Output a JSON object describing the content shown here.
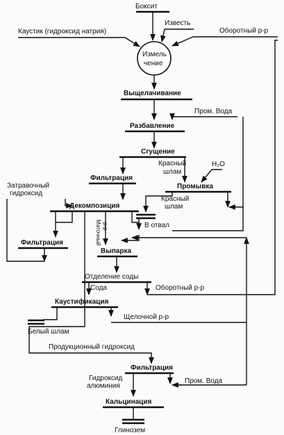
{
  "labels": {
    "bauxite": "Боксит",
    "caustic": "Каустик (гидроксид натрия)",
    "lime": "Известь",
    "recycle_top": "Оборотный р-р",
    "grinding_1": "Измель",
    "grinding_2": "чение",
    "leaching": "Выщелачивание",
    "process_water_1": "Пром. Вода",
    "dilution": "Разбавление",
    "thickening": "Сгущение",
    "red_mud_1a": "Красный",
    "red_mud_1b": "шлам",
    "water": "H₂O",
    "filtration_1": "Фильтрация",
    "washing": "Промывка",
    "seed_1": "Затравочный",
    "seed_2": "гидроксид",
    "decomposition": "Декомпозиция",
    "red_mud_2a": "Красный",
    "red_mud_2b": "шлам",
    "to_dump": "В отвал",
    "mother_liquor_1": "Маточный",
    "mother_liquor_2": "р-р",
    "filtration_2": "Фильтрация",
    "evaporation": "Выпарка",
    "soda_separation": "Отделение соды",
    "soda": "Сода",
    "recycle_mid": "Оборотный р-р",
    "causticization": "Каустификация",
    "white_mud": "Белый шлам",
    "alkaline": "Щелочной р-р",
    "product_hydroxide": "Продукционный гидроксид",
    "filtration_3": "Фильтрация",
    "al_hydroxide_1": "Гидроксид",
    "al_hydroxide_2": "алюминия",
    "process_water_2": "Пром. Вода",
    "calcination": "Кальцинация",
    "alumina": "Глинозем"
  }
}
